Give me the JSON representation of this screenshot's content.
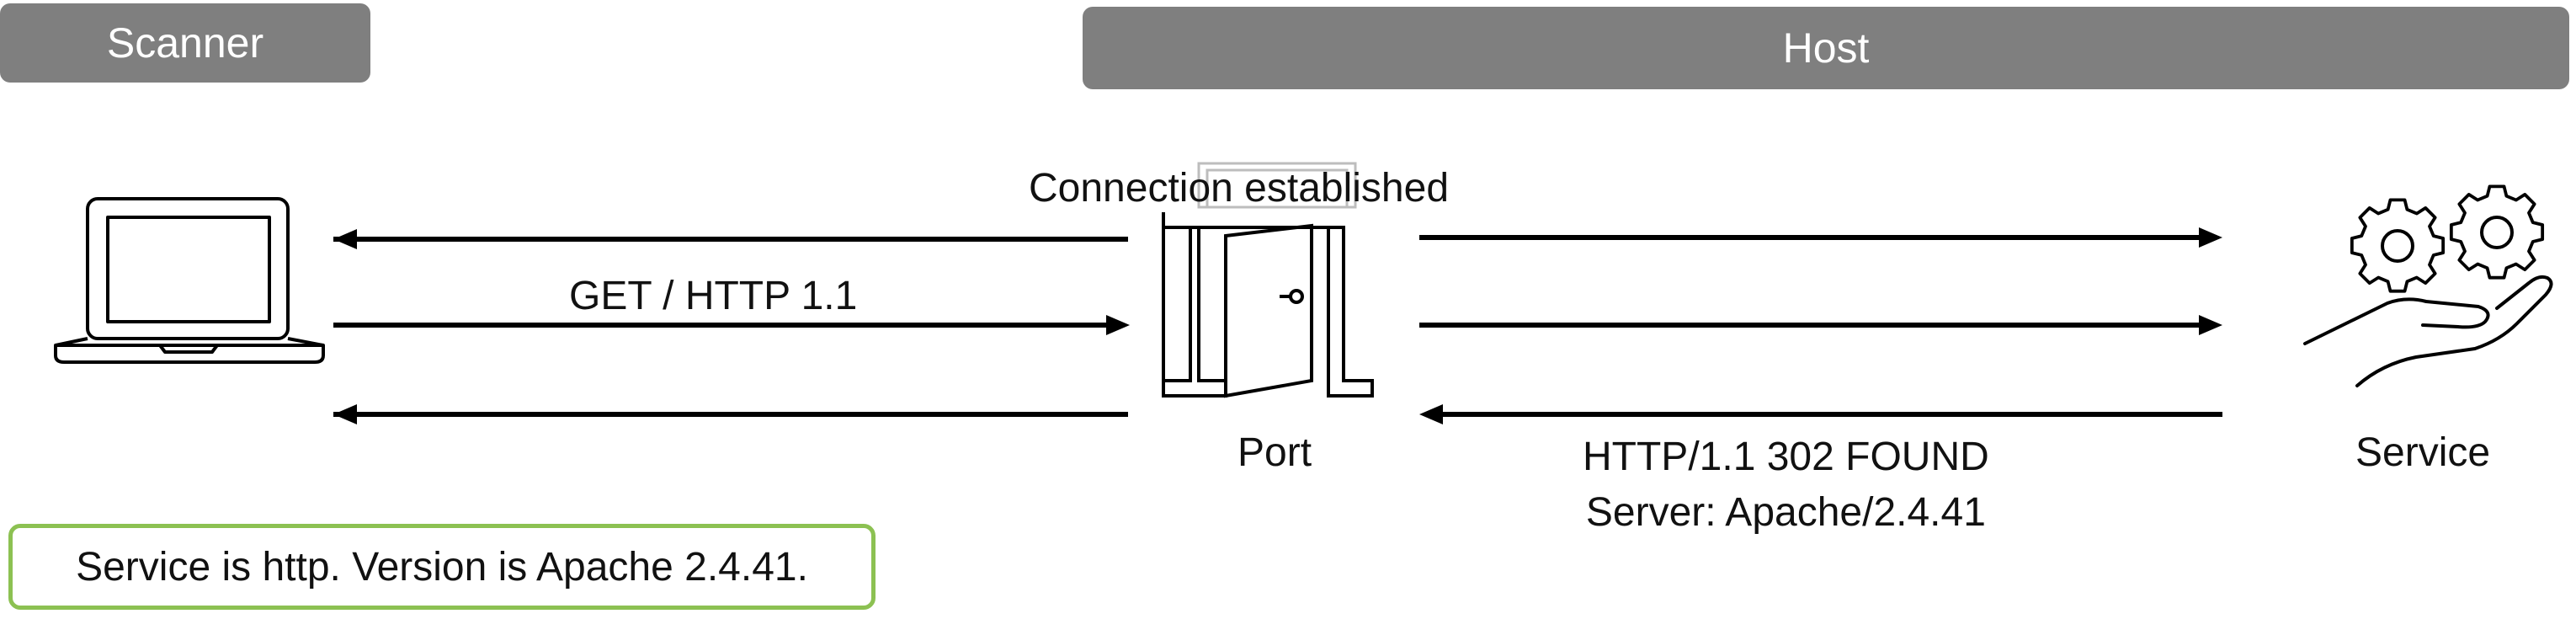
{
  "headers": {
    "scanner": "Scanner",
    "host": "Host"
  },
  "messages": {
    "connection": "Connection established",
    "request": "GET / HTTP 1.1",
    "response_line1": "HTTP/1.1 302 FOUND",
    "response_line2": "Server: Apache/2.4.41"
  },
  "nodes": {
    "port": "Port",
    "service": "Service"
  },
  "icons": {
    "scanner": "laptop-icon",
    "port": "door-icon",
    "service": "gears-in-hand-icon"
  },
  "result": "Service is http. Version is Apache 2.4.41.",
  "colors": {
    "header_bg": "#7f7f7f",
    "header_text": "#ffffff",
    "result_border": "#8cc152",
    "lines": "#000000"
  }
}
